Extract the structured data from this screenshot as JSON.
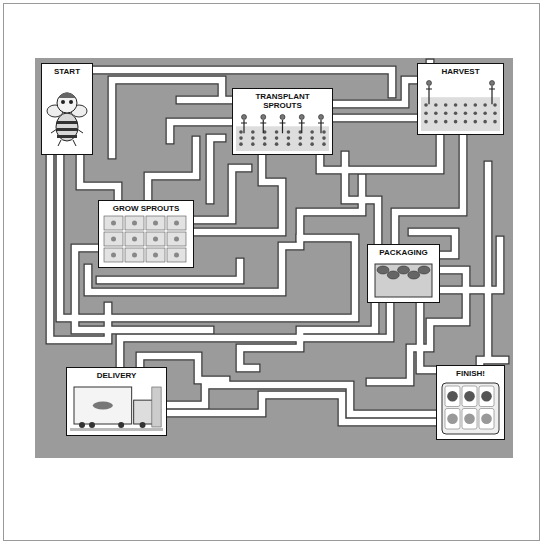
{
  "diagram": {
    "nodes": [
      {
        "text": [
          "START"
        ]
      },
      {
        "text": [
          "TRANSPLANT SPROUTS"
        ]
      },
      {
        "text": [
          "HARVEST"
        ]
      },
      {
        "text": [
          "GROW SPROUTS"
        ]
      },
      {
        "text": [
          "PACKAGING"
        ]
      },
      {
        "text": [
          "DELIVERY"
        ]
      },
      {
        "text": [
          "FINISH!"
        ]
      }
    ]
  }
}
